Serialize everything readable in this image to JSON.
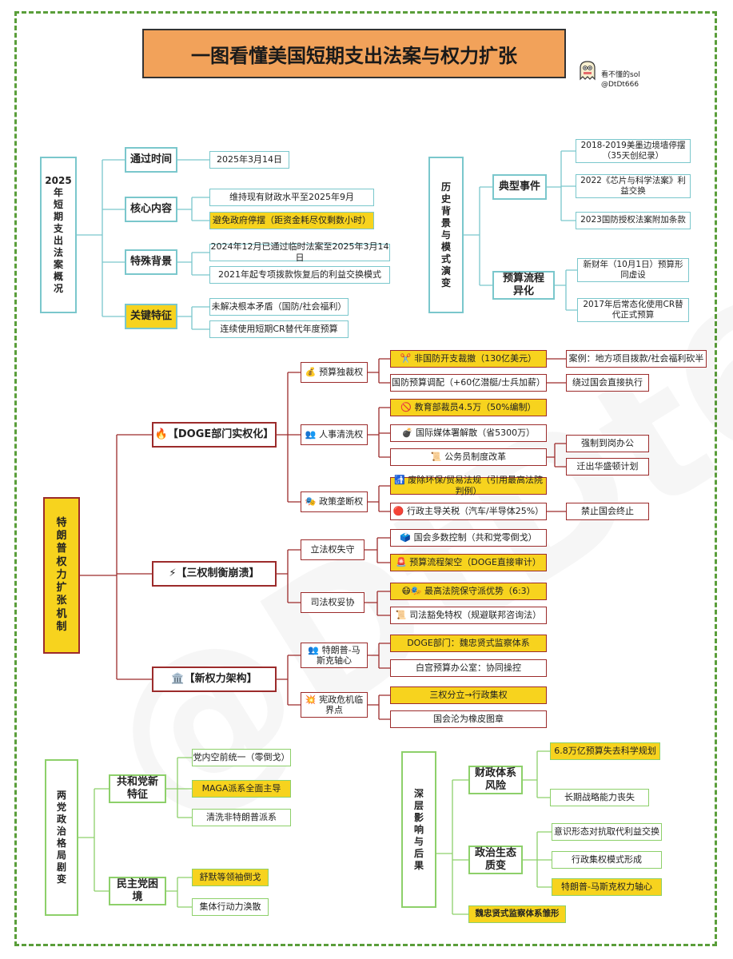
{
  "title": "一图看懂美国短期支出法案与权力扩张",
  "author": {
    "line1": "看不懂的sol",
    "line2": "@DtDt666",
    "icon": "ghost-avatar-icon"
  },
  "watermark": "@DtDt666",
  "colors": {
    "teal": "#7ac7cc",
    "green": "#8dd06a",
    "red": "#9c2b2b",
    "highlight": "#f7d31e",
    "title_bg": "#f2a25a",
    "frame": "#5a9e3a"
  },
  "overview": {
    "root": "2025\n年\n短\n期\n支\n出\n法\n案\n概\n况",
    "passed": {
      "label": "通过时间",
      "items": [
        "2025年3月14日"
      ]
    },
    "core": {
      "label": "核心内容",
      "items": [
        "维持现有财政水平至2025年9月",
        "避免政府停摆（距资金耗尽仅剩数小时）"
      ]
    },
    "background": {
      "label": "特殊背景",
      "items": [
        "2024年12月已通过临时法案至2025年3月14日",
        "2021年起专项拨款恢复后的利益交换模式"
      ]
    },
    "features": {
      "label": "关键特征",
      "items": [
        "未解决根本矛盾（国防/社会福利）",
        "连续使用短期CR替代年度预算"
      ]
    }
  },
  "history": {
    "root": "历\n史\n背\n景\n与\n模\n式\n演\n变",
    "events": {
      "label": "典型事件",
      "items": [
        "2018-2019美墨边境墙停摆\n（35天创纪录）",
        "2022《芯片与科学法案》利\n益交换",
        "2023国防授权法案附加条款"
      ]
    },
    "process": {
      "label": "预算流程\n异化",
      "items": [
        "新财年（10月1日）预算形\n同虚设",
        "2017年后常态化使用CR替\n代正式预算"
      ]
    }
  },
  "power": {
    "root": "特\n朗\n普\n权\n力\n扩\n张\n机\n制",
    "doge": {
      "label": "🔥【DOGE部门实权化】",
      "budget": {
        "label": "💰 预算独裁权",
        "a": "✂️ 非国防开支裁撤（130亿美元）",
        "a_case": "案例：地方项目拨款/社会福利砍半",
        "b": "国防预算调配（+60亿潜艇/士兵加薪）",
        "b_note": "绕过国会直接执行"
      },
      "personnel": {
        "label": "👥 人事清洗权",
        "a": "🚫 教育部裁员4.5万（50%编制）",
        "b": "💣 国际媒体署解散（省5300万）",
        "c": "📜 公务员制度改革",
        "c1": "强制到岗办公",
        "c2": "迁出华盛顿计划"
      },
      "policy": {
        "label": "🎭 政策垄断权",
        "a": "🚮 废除环保/贸易法规（引用最高法院判例）",
        "b": "🔴 行政主导关税（汽车/半导体25%）",
        "b_note": "禁止国会终止"
      }
    },
    "checks": {
      "label": "⚡【三权制衡崩溃】",
      "legislative": {
        "label": "立法权失守",
        "a": "🗳️ 国会多数控制（共和党零倒戈）",
        "b": "🚨 预算流程架空（DOGE直接审计）"
      },
      "judicial": {
        "label": "司法权妥协",
        "a": "😷🎭 最高法院保守派优势（6:3）",
        "b": "📜 司法豁免特权（规避联邦咨询法）"
      }
    },
    "architecture": {
      "label": "🏛️【新权力架构】",
      "axis": {
        "label": "👥 特朗普-马\n斯克轴心",
        "a": "DOGE部门：魏忠贤式监察体系",
        "b": "白宫预算办公室：协同操控"
      },
      "crisis": {
        "label": "💥 宪政危机临\n界点",
        "a": "三权分立→行政集权",
        "b": "国会沦为橡皮图章"
      }
    }
  },
  "parties": {
    "root": "两\n党\n政\n治\n格\n局\n剧\n变",
    "gop": {
      "label": "共和党新\n特征",
      "items": [
        "党内空前统一（零倒戈）",
        "MAGA派系全面主导",
        "清洗非特朗普派系"
      ]
    },
    "dem": {
      "label": "民主党困\n境",
      "items": [
        "舒默等领袖倒戈",
        "集体行动力涣散"
      ]
    }
  },
  "impact": {
    "root": "深\n层\n影\n响\n与\n后\n果",
    "fiscal": {
      "label": "财政体系\n风险",
      "items": [
        "6.8万亿预算失去科学规划",
        "长期战略能力丧失"
      ]
    },
    "political": {
      "label": "政治生态\n质变",
      "items": [
        "意识形态对抗取代利益交换",
        "行政集权模式形成",
        "特朗普-马斯克权力轴心"
      ]
    },
    "extra": "魏忠贤式监察体系雏形"
  }
}
